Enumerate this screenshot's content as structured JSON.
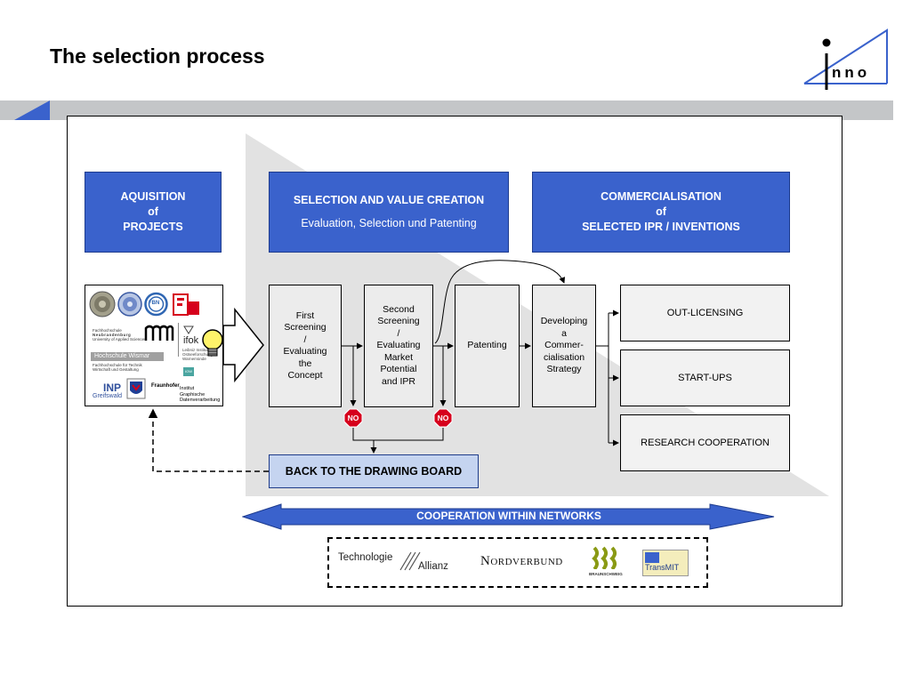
{
  "page": {
    "title": "The selection process"
  },
  "brand": {
    "logo_text": "nno"
  },
  "headers": {
    "acquisition": {
      "line1": "AQUISITION",
      "line2": "of",
      "line3": "PROJECTS"
    },
    "selection": {
      "line1": "SELECTION AND VALUE CREATION",
      "line2": "Evaluation, Selection und Patenting"
    },
    "commercialisation": {
      "line1": "COMMERCIALISATION",
      "line2": "of",
      "line3": "SELECTED IPR / INVENTIONS"
    }
  },
  "steps": {
    "first": {
      "l1": "First",
      "l2": "Screening",
      "l3": "/",
      "l4": "Evaluating",
      "l5": "the",
      "l6": "Concept"
    },
    "second": {
      "l1": "Second",
      "l2": "Screening",
      "l3": "/",
      "l4": "Evaluating",
      "l5": "Market",
      "l6": "Potential",
      "l7": "and IPR"
    },
    "patenting": "Patenting",
    "developing": {
      "l1": "Developing",
      "l2": "a",
      "l3": "Commer-",
      "l4": "cialisation",
      "l5": "Strategy"
    }
  },
  "outcomes": {
    "out_licensing": "OUT-LICENSING",
    "start_ups": "START-UPS",
    "research": "RESEARCH COOPERATION"
  },
  "decision": {
    "no_label": "NO"
  },
  "back_to_board": "BACK TO THE DRAWING BOARD",
  "cooperation": "COOPERATION WITHIN NETWORKS",
  "institution_logos": {
    "fbn": "FBN",
    "fh_nb1": "Fachhochschule",
    "fh_nb2": "Neubrandenburg",
    "fh_nb3": "University of Applied Sciences",
    "wismar": "Hochschule Wismar",
    "wismar_sub1": "Fachhochschule für Technik",
    "wismar_sub2": "Wirtschaft und Gestaltung",
    "ifok": "ifok",
    "ifok_sub1": "Leibniz Institut für",
    "ifok_sub2": "Ostseeforschung Warnemünde",
    "inp1": "INP",
    "inp2": "Greifswald",
    "fraunhofer": "Fraunhofer",
    "igd1": "Institut",
    "igd2": "Graphische",
    "igd3": "Datenverarbeitung",
    "iow": "IOW"
  },
  "partners": {
    "technologie": "Technologie",
    "allianz": "Allianz",
    "nordverbund": "Nordverbund",
    "transmit": "TransMIT",
    "braunschweig": "BRAUNSCHWEIG"
  },
  "colors": {
    "header_blue": "#3a62cc",
    "arrow_blue": "#3a62cc",
    "back_fill": "#c5d4f0",
    "stop_red": "#d6001c",
    "triangle_gray": "#e2e2e2",
    "band_gray": "#c4c6c8"
  }
}
